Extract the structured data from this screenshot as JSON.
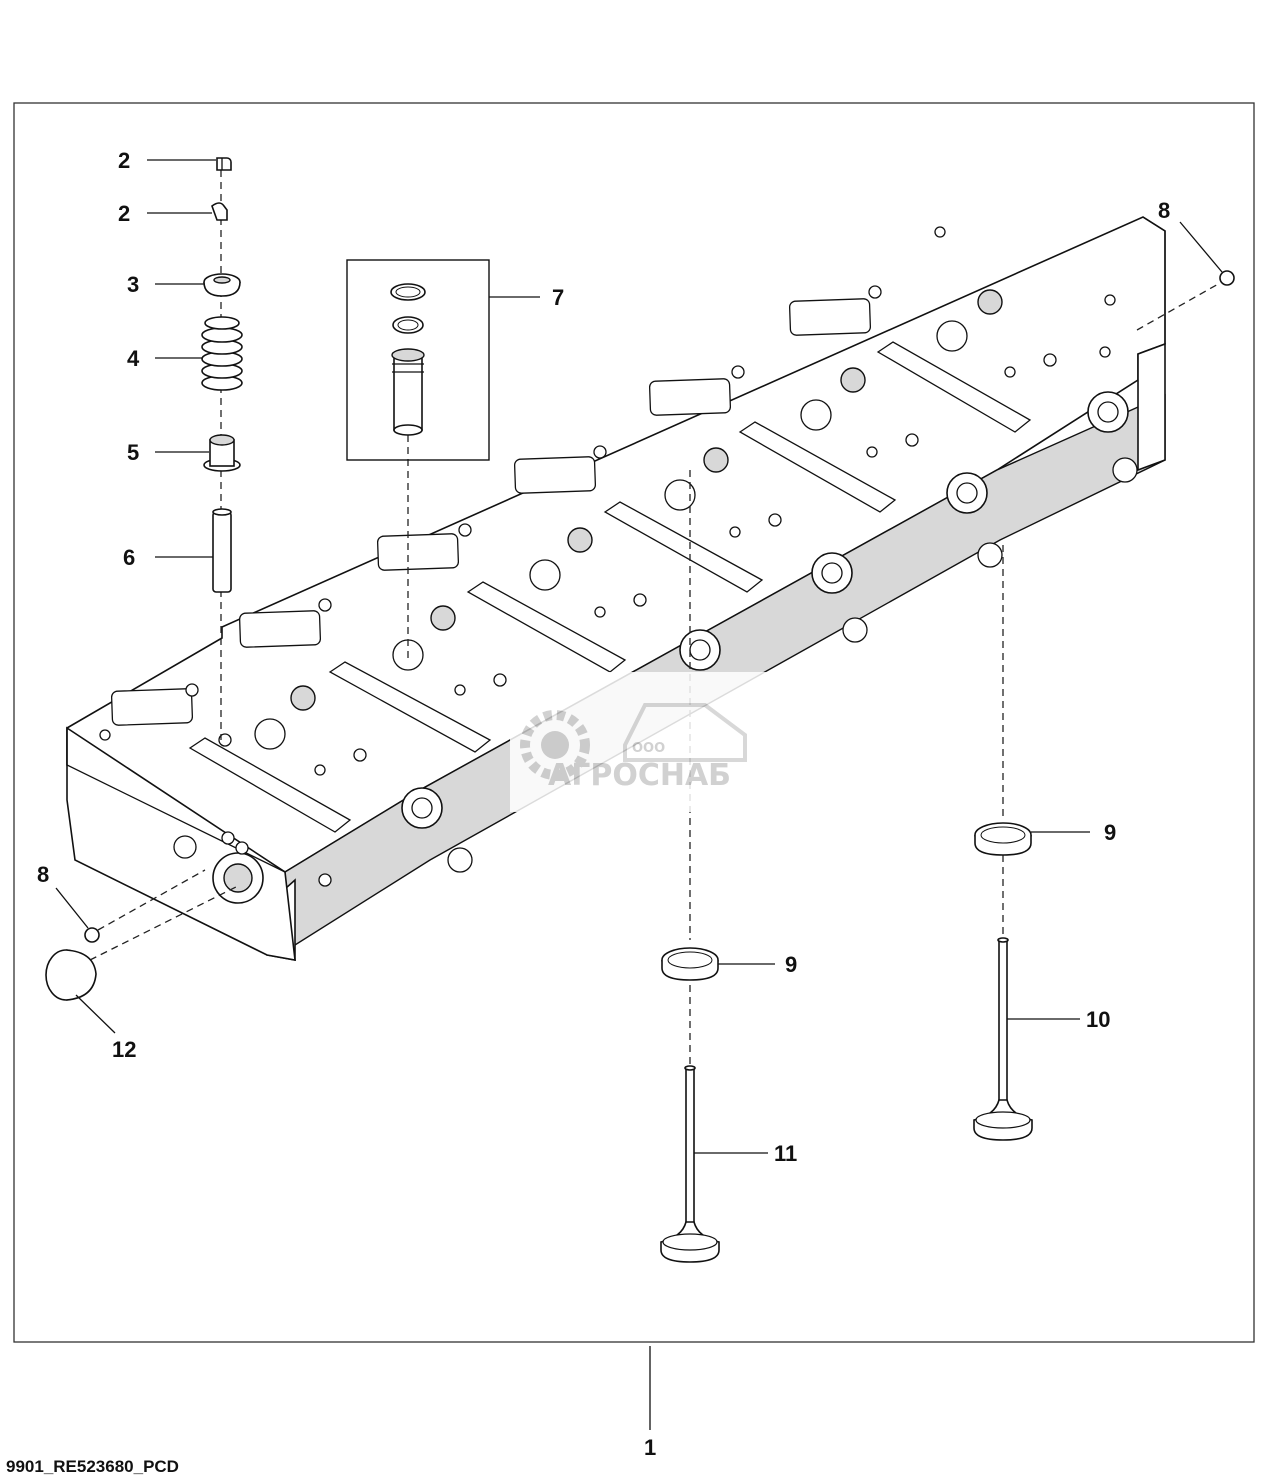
{
  "callouts": {
    "retainer_upper": "2",
    "retainer_lower": "2",
    "spring_cap": "3",
    "valve_spring": "4",
    "valve_seal": "5",
    "valve_guide": "6",
    "injector_sleeve_kit": "7",
    "plug_right": "8",
    "plug_left": "8",
    "seat_insert_right": "9",
    "seat_insert_center": "9",
    "exhaust_valve": "10",
    "intake_valve": "11",
    "cup_plug": "12",
    "assembly": "1"
  },
  "watermark": {
    "brand": "АГРОСНАБ",
    "prefix": "ООО"
  },
  "drawing_id": "9901_RE523680_PCD",
  "colors": {
    "line": "#111111",
    "shade": "#d8d8d8",
    "watermark": "#c9c9c9",
    "background": "#ffffff"
  }
}
